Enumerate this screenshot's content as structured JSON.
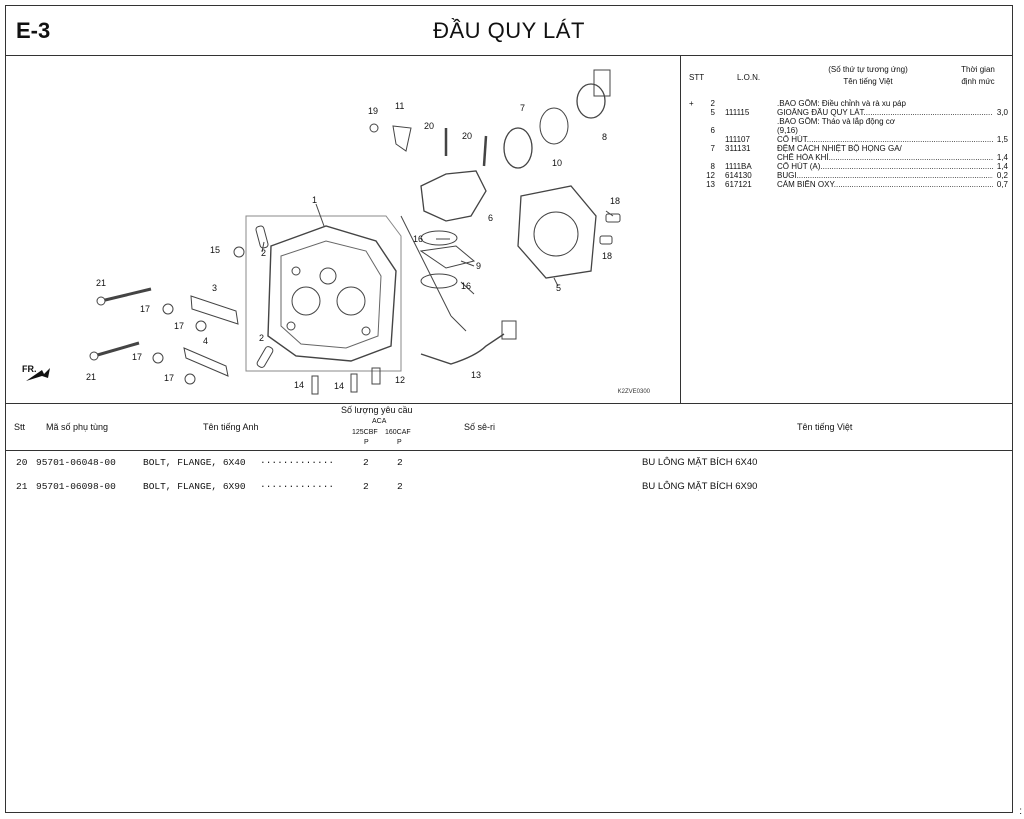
{
  "header": {
    "code": "E-3",
    "title": "ĐẦU QUY LÁT"
  },
  "diagram": {
    "figure_code": "K2ZVE0300",
    "front_label": "FR.",
    "callouts": [
      "19",
      "11",
      "20",
      "20",
      "7",
      "8",
      "10",
      "1",
      "18",
      "18",
      "15",
      "2",
      "16",
      "6",
      "9",
      "16",
      "5",
      "21",
      "3",
      "17",
      "17",
      "4",
      "2",
      "17",
      "17",
      "21",
      "14",
      "14",
      "12",
      "13"
    ]
  },
  "labor": {
    "header": {
      "stt": "STT",
      "lon": "L.O.N.",
      "name_line1": "(Số thứ tự tương ứng)",
      "name_line2": "Tên tiếng Việt",
      "time_line1": "Thời gian",
      "time_line2": "định mức"
    },
    "rows": [
      {
        "mark": "+",
        "stt": "2",
        "lon": "",
        "name": ".BAO GỒM: Điều chỉnh và rà xu páp",
        "time": ""
      },
      {
        "mark": "",
        "stt": "5",
        "lon": "111115",
        "name": "GIOĂNG ĐẦU QUY LÁT",
        "time": "3,0"
      },
      {
        "mark": "",
        "stt": "",
        "lon": "",
        "name": ".BAO GỒM: Tháo và lắp động cơ",
        "time": ""
      },
      {
        "mark": "",
        "stt": "6",
        "lon": "",
        "name": "(9,16)",
        "time": ""
      },
      {
        "mark": "",
        "stt": "",
        "lon": "111107",
        "name": "CỔ HÚT",
        "time": "1,5"
      },
      {
        "mark": "",
        "stt": "7",
        "lon": "311131",
        "name": "ĐỆM CÁCH NHIỆT BỘ HỌNG GA/",
        "time": ""
      },
      {
        "mark": "",
        "stt": "",
        "lon": "",
        "name": "CHẾ HÒA KHÍ",
        "time": "1,4"
      },
      {
        "mark": "",
        "stt": "8",
        "lon": "1111BA",
        "name": "CỔ HÚT (A)",
        "time": "1,4"
      },
      {
        "mark": "",
        "stt": "12",
        "lon": "614130",
        "name": "BUGI",
        "time": "0,2"
      },
      {
        "mark": "",
        "stt": "13",
        "lon": "617121",
        "name": "CẢM BIẾN OXY",
        "time": "0,7"
      }
    ]
  },
  "parts_table": {
    "headers": {
      "stt": "Stt",
      "part_no": "Mã số phụ tùng",
      "english": "Tên tiếng Anh",
      "qty_title": "Số lượng yêu cầu",
      "qty_group": "ACA",
      "qty_col1": "125CBF",
      "qty_col2": "160CAF",
      "qty_sub1": "P",
      "qty_sub2": "P",
      "serial": "Số sê-ri",
      "vietnamese": "Tên tiếng Việt"
    },
    "rows": [
      {
        "stt": "20",
        "part_no": "95701-06048-00",
        "english": "BOLT, FLANGE, 6X40",
        "leader": "·············",
        "qty1": "2",
        "qty2": "2",
        "vietnamese": "BU LÔNG MẶT BÍCH 6X40"
      },
      {
        "stt": "21",
        "part_no": "95701-06098-00",
        "english": "BOLT, FLANGE, 6X90",
        "leader": "·············",
        "qty1": "2",
        "qty2": "2",
        "vietnamese": "BU LÔNG MẶT BÍCH 6X90"
      }
    ]
  },
  "page_mark": ":"
}
